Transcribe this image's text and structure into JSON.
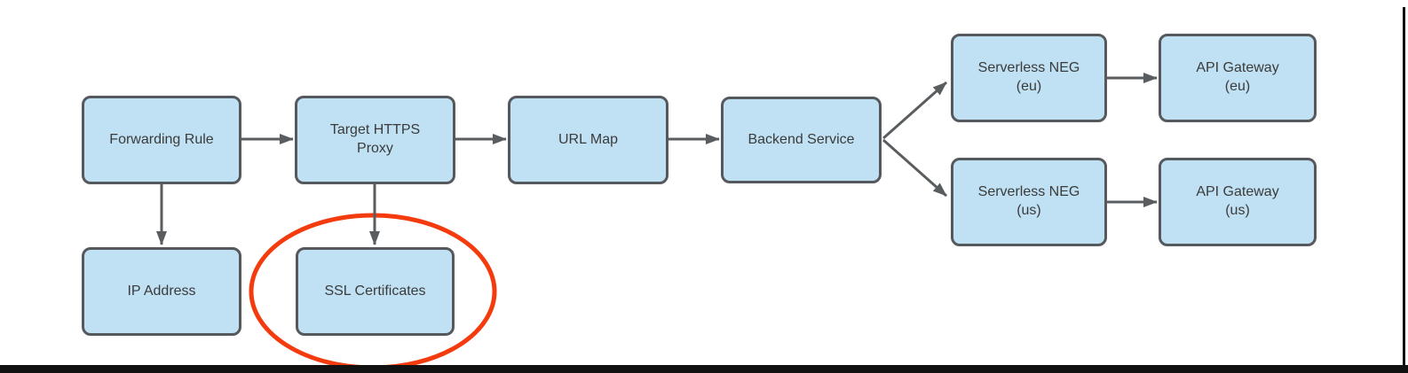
{
  "diagram": {
    "nodes": [
      {
        "id": "forwarding-rule",
        "label": "Forwarding Rule"
      },
      {
        "id": "target-https-proxy",
        "label": "Target HTTPS\nProxy"
      },
      {
        "id": "url-map",
        "label": "URL Map"
      },
      {
        "id": "backend-service",
        "label": "Backend Service"
      },
      {
        "id": "serverless-neg-eu",
        "label": "Serverless NEG\n(eu)"
      },
      {
        "id": "api-gateway-eu",
        "label": "API Gateway\n(eu)"
      },
      {
        "id": "serverless-neg-us",
        "label": "Serverless NEG\n(us)"
      },
      {
        "id": "api-gateway-us",
        "label": "API Gateway\n(us)"
      },
      {
        "id": "ip-address",
        "label": "IP Address"
      },
      {
        "id": "ssl-certificates",
        "label": "SSL Certificates"
      }
    ],
    "edges": [
      {
        "from": "forwarding-rule",
        "to": "target-https-proxy"
      },
      {
        "from": "target-https-proxy",
        "to": "url-map"
      },
      {
        "from": "url-map",
        "to": "backend-service"
      },
      {
        "from": "backend-service",
        "to": "serverless-neg-eu"
      },
      {
        "from": "backend-service",
        "to": "serverless-neg-us"
      },
      {
        "from": "serverless-neg-eu",
        "to": "api-gateway-eu"
      },
      {
        "from": "serverless-neg-us",
        "to": "api-gateway-us"
      },
      {
        "from": "forwarding-rule",
        "to": "ip-address"
      },
      {
        "from": "target-https-proxy",
        "to": "ssl-certificates"
      }
    ],
    "annotation": {
      "type": "ellipse",
      "around": "ssl-certificates",
      "color": "#f43b0e"
    },
    "colors": {
      "node_fill": "#c0e1f3",
      "node_border": "#55585c",
      "node_text": "#3b3b3b",
      "arrow": "#5a5d60",
      "highlight": "#f43b0e",
      "background": "#ffffff",
      "frame": "#111111"
    }
  }
}
